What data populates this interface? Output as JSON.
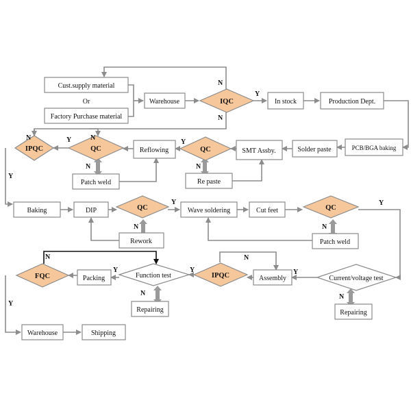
{
  "nodes": {
    "cust_supply": "Cust.supply material",
    "or": "Or",
    "factory_purchase": "Factory Purchase material",
    "warehouse_in": "Warehouse",
    "iqc": "IQC",
    "in_stock": "In stock",
    "production": "Production Dept.",
    "pcb_baking": "PCB/BGA baking",
    "solder_paste": "Solder paste",
    "smt": "SMT Assby.",
    "qc_smt": "QC",
    "re_paste": "Re paste",
    "reflowing": "Reflowing",
    "qc_reflow": "QC",
    "patch_weld_1": "Patch weld",
    "ipqc_1": "IPQC",
    "baking": "Baking",
    "dip": "DIP",
    "qc_dip": "QC",
    "rework": "Rework",
    "wave": "Wave soldering",
    "cut_feet": "Cut feet",
    "qc_cut": "QC",
    "patch_weld_2": "Patch weld",
    "current_test": "Current/voltage test",
    "repairing_1": "Repairing",
    "assembly": "Assembly",
    "ipqc_2": "IPQC",
    "function_test": "Function test",
    "repairing_2": "Repairing",
    "packing": "Packing",
    "fqc": "FQC",
    "warehouse_out": "Warehouse",
    "shipping": "Shipping"
  },
  "flags": {
    "yes": "Y",
    "no": "N"
  }
}
